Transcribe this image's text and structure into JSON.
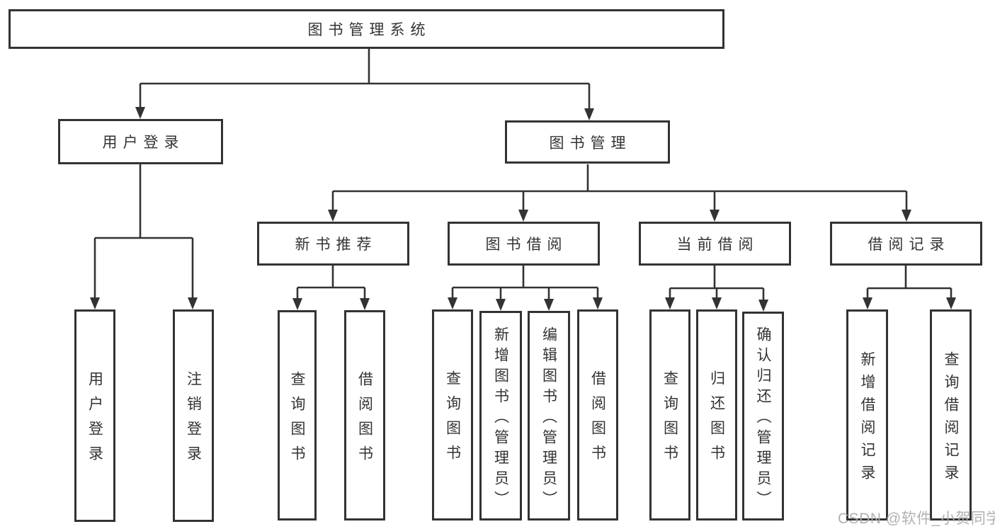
{
  "diagram": {
    "title_node": {
      "label": "图书管理系统"
    },
    "root": {
      "label": "图书管理系统"
    },
    "level2": [
      {
        "label": "用户登录"
      },
      {
        "label": "图书管理"
      }
    ],
    "level3": [
      {
        "label": "新书推荐"
      },
      {
        "label": "图书借阅"
      },
      {
        "label": "当前借阅"
      },
      {
        "label": "借阅记录"
      }
    ],
    "leaves": {
      "user_login": [
        "用户登录",
        "注销登录"
      ],
      "new_books": [
        "查询图书",
        "借阅图书"
      ],
      "book_borrow": [
        "查询图书",
        "新增图书（管理员）",
        "编辑图书（管理员）",
        "借阅图书"
      ],
      "current_borrow": [
        "查询图书",
        "归还图书",
        "确认归还（管理员）"
      ],
      "borrow_records": [
        "新增借阅记录",
        "查询借阅记录"
      ]
    },
    "watermark": "CSDN @软件_小贺同学",
    "colors": {
      "line": "#333333",
      "box_border": "#333333",
      "text": "#333333",
      "watermark": "#adadad",
      "background": "#ffffff"
    }
  }
}
